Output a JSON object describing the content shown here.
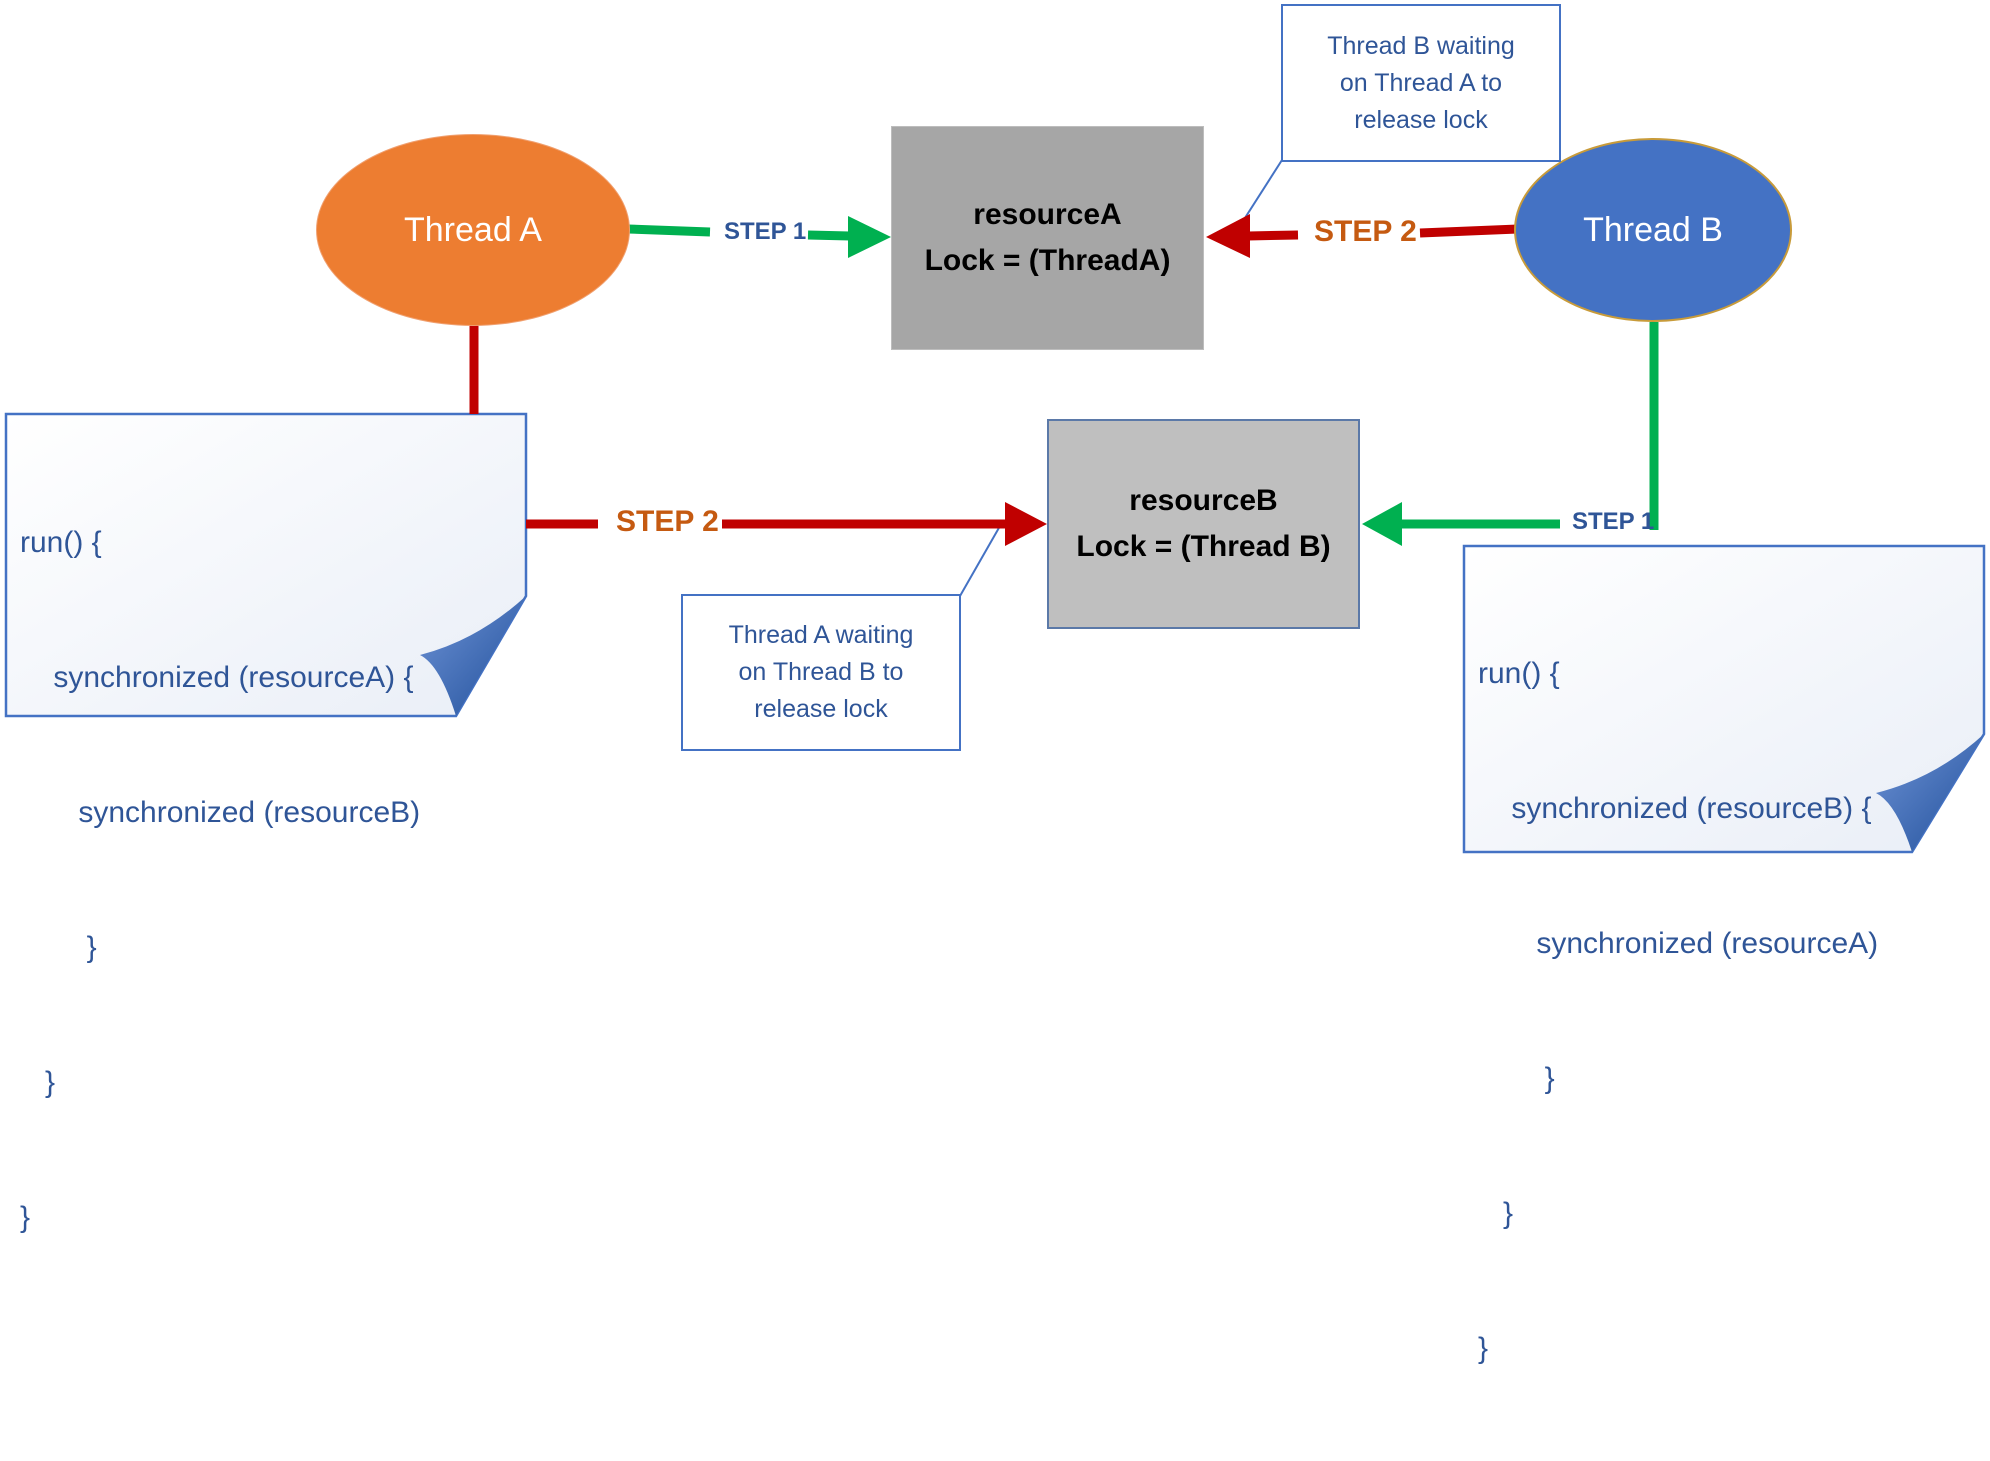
{
  "threads": {
    "a": {
      "label": "Thread A",
      "color": "#ED7D31"
    },
    "b": {
      "label": "Thread B",
      "color": "#4472C4"
    }
  },
  "resources": {
    "a": {
      "name": "resourceA",
      "lock": "Lock = (ThreadA)"
    },
    "b": {
      "name": "resourceB",
      "lock": "Lock = (Thread B)"
    }
  },
  "steps": {
    "a_to_resource_a": "STEP 1",
    "a_to_resource_b": "STEP 2",
    "b_to_resource_b": "STEP 1",
    "b_to_resource_a": "STEP 2"
  },
  "callouts": {
    "thread_b_waiting": [
      "Thread B waiting",
      "on Thread A to",
      "release lock"
    ],
    "thread_a_waiting": [
      "Thread A waiting",
      "on Thread B to",
      "release lock"
    ]
  },
  "code": {
    "thread_a": [
      "run() {",
      "    synchronized (resourceA) {",
      "       synchronized (resourceB)",
      "        }",
      "   }",
      "}"
    ],
    "thread_b": [
      "run() {",
      "    synchronized (resourceB) {",
      "       synchronized (resourceA)",
      "        }",
      "   }",
      "}"
    ]
  },
  "colors": {
    "step_green": "#00B050",
    "step_red": "#C00000",
    "callout_border": "#4472C4",
    "text_blue": "#2F5597",
    "step_orange": "#C55A11"
  }
}
